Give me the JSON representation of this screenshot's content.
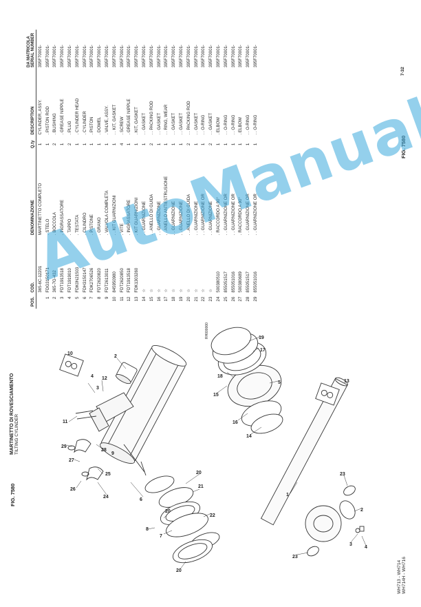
{
  "header": {
    "fig_label": "FIG. 7580",
    "title_it": "MARTINETTO DI ROVESCIAMENTO",
    "title_en": "TILTING CYLINDER",
    "fig_label_right": "FIG. 7580",
    "page_number": "7-32"
  },
  "footer": {
    "models_line1": "WH713 - WH714",
    "models_line2": "WH714H - WH716"
  },
  "drawing_code": "RH000000",
  "watermark": "AutoManual",
  "table": {
    "headers": {
      "pos": "POS.",
      "cod": "COD.",
      "denominazione": "DENOMINAZIONE",
      "qty": "Q.ty",
      "description": "DESCRIPTION",
      "serial": "DA MATRICOLA\nSERIAL NUMBER"
    },
    "rows": [
      {
        "pos": "",
        "cod": "365-6C-12201",
        "den": "MARTINETTO COMPLETO",
        "qty": "1",
        "desc": "CYLINDER, ASSY.",
        "serial": "395F70001-"
      },
      {
        "pos": "1",
        "cod": "FDG3150171",
        "den": ". STELO",
        "qty": "1",
        "desc": ". PISTON ROD",
        "serial": "395F70001-"
      },
      {
        "pos": "2",
        "cod": "365-7G-432",
        "den": ". BOCCOLA",
        "qty": "2",
        "desc": ". BUSHING",
        "serial": "395F70001-"
      },
      {
        "pos": "3",
        "cod": "FDT1913518",
        "den": ". INGRASSATORE",
        "qty": "1",
        "desc": ". GREASE NIPPLE",
        "serial": "395F70001-"
      },
      {
        "pos": "4",
        "cod": "FDT1919010",
        "den": ". TAPPO",
        "qty": "2",
        "desc": ". PLUG",
        "serial": "395F70001-"
      },
      {
        "pos": "5",
        "cod": "FDK0N21503",
        "den": ". TESTATA",
        "qty": "1",
        "desc": ". CYLINDER HEAD",
        "serial": "395F70001-"
      },
      {
        "pos": "6",
        "cod": "FDH3150147",
        "den": ". CILINDRO",
        "qty": "1",
        "desc": ". CYLINDER",
        "serial": "395F70001-"
      },
      {
        "pos": "7",
        "cod": "FDK2706526",
        "den": ". PISTONE",
        "qty": "1",
        "desc": ". PISTON",
        "serial": "395F70001-"
      },
      {
        "pos": "8",
        "cod": "FDT2620820",
        "den": ". GRANO",
        "qty": "1",
        "desc": ". DOWEL",
        "serial": "395F70001-"
      },
      {
        "pos": "9",
        "cod": "FDT2613011",
        "den": ". VALVOLA COMPLETA",
        "qty": "1",
        "desc": ". VALVE, ASSY.",
        "serial": "395F70001-"
      },
      {
        "pos": "10",
        "cod": "845950980",
        "den": ". . KIT GUARNIZIONI",
        "qty": "1",
        "desc": ". . KIT, GASKET",
        "serial": "395F70001-"
      },
      {
        "pos": "11",
        "cod": "FDT2620850",
        "den": ". VITE",
        "qty": "4",
        "desc": ". SCREW",
        "serial": "395F70001-"
      },
      {
        "pos": "12",
        "cod": "FDT1913518",
        "den": ". INGRASSATORE",
        "qty": "1",
        "desc": ". GREASE NIPPLE",
        "serial": "395F70001-"
      },
      {
        "pos": "13",
        "cod": "FDK1303260",
        "den": ". KIT GUARNIZIONI",
        "qty": "1",
        "desc": ". KIT, GASKET",
        "serial": "395F70001-"
      },
      {
        "pos": "14",
        "cod": "☆",
        "den": ". . GUARNIZIONE",
        "qty": "1",
        "desc": ". . GASKET",
        "serial": "395F70001-"
      },
      {
        "pos": "15",
        "cod": "☆",
        "den": ". . ANELLO DI GUIDA",
        "qty": "2",
        "desc": ". . PACKING ROD",
        "serial": "395F70001-"
      },
      {
        "pos": "16",
        "cod": "☆",
        "den": ". . GUARNIZIONE",
        "qty": "1",
        "desc": ". . GASKET",
        "serial": "395F70001-"
      },
      {
        "pos": "17",
        "cod": "☆",
        "den": ". . ANELLO ANTIESTRUSIONE",
        "qty": "1",
        "desc": ". . RING, WEAR",
        "serial": "395F70001-"
      },
      {
        "pos": "18",
        "cod": "☆",
        "den": ". . GUARNIZIONE",
        "qty": "1",
        "desc": ". . GASKET",
        "serial": "395F70001-"
      },
      {
        "pos": "19",
        "cod": "☆",
        "den": ". . GUARNIZIONE",
        "qty": "1",
        "desc": ". . GASKET",
        "serial": "395F70001-"
      },
      {
        "pos": "20",
        "cod": "☆",
        "den": ". . ANELLO DI GUIDA",
        "qty": "2",
        "desc": ". . PACKING ROD",
        "serial": "395F70001-"
      },
      {
        "pos": "21",
        "cod": "☆",
        "den": ". . GUARNIZIONE",
        "qty": "1",
        "desc": ". . GASKET",
        "serial": "395F70001-"
      },
      {
        "pos": "22",
        "cod": "☆",
        "den": ". . GUARNIZIONE OR",
        "qty": "1",
        "desc": ". . O-RING",
        "serial": "395F70001-"
      },
      {
        "pos": "23",
        "cod": "☆",
        "den": ". . GUARNIZIONE",
        "qty": "2",
        "desc": ". . GASKET",
        "serial": "395F70001-"
      },
      {
        "pos": "24",
        "cod": "500380510",
        "den": ". RACCORDO A 90°",
        "qty": "1",
        "desc": ". ELBOW",
        "serial": "395F70001-"
      },
      {
        "pos": "25",
        "cod": "855051517",
        "den": ". . GUARNIZIONE OR",
        "qty": "1",
        "desc": ". . O-RING",
        "serial": "395F70001-"
      },
      {
        "pos": "26",
        "cod": "855051016",
        "den": ". . GUARNIZIONE OR",
        "qty": "1",
        "desc": ". . O-RING",
        "serial": "395F70001-"
      },
      {
        "pos": "27",
        "cod": "500380689",
        "den": ". RACCORDO A 90°",
        "qty": "1",
        "desc": ". ELBOW",
        "serial": "395F70001-"
      },
      {
        "pos": "28",
        "cod": "855051517",
        "den": ". . GUARNIZIONE OR",
        "qty": "1",
        "desc": ". . O-RING",
        "serial": "395F70001-"
      },
      {
        "pos": "29",
        "cod": "855051016",
        "den": ". . GUARNIZIONE OR",
        "qty": "1",
        "desc": ". . O-RING",
        "serial": "395F70001-"
      }
    ]
  },
  "callouts": [
    "1",
    "2",
    "3",
    "4",
    "5",
    "6",
    "7",
    "8",
    "9",
    "10",
    "11",
    "12",
    "13",
    "14",
    "15",
    "16",
    "17",
    "18",
    "19",
    "20",
    "21",
    "22",
    "23",
    "24",
    "25",
    "26",
    "27",
    "28",
    "29"
  ]
}
